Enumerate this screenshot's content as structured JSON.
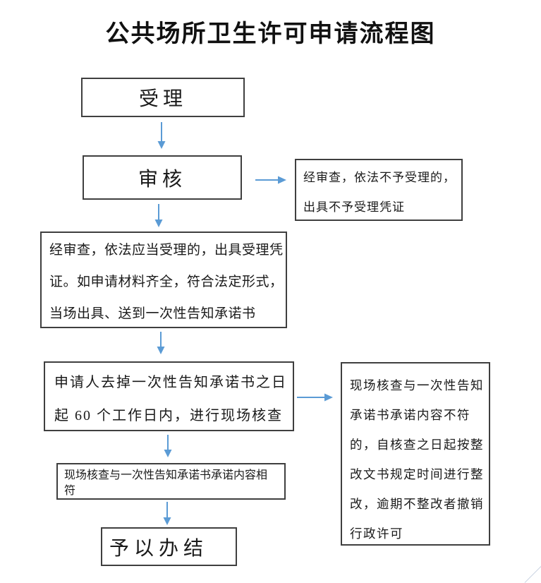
{
  "title": "公共场所卫生许可申请流程图",
  "colors": {
    "accent": "#5B9BD5",
    "border": "#3f3f3f",
    "text": "#1a1a1a"
  },
  "nodes": {
    "accept": {
      "label": "受理"
    },
    "review": {
      "label": "审核"
    },
    "not_accepted": {
      "lines": [
        "经审查，依法不予受理的，",
        "出具不予受理凭证"
      ]
    },
    "accepted": {
      "lines": [
        "经审查，依法应当受理的，出具受理凭",
        "证。如申请材料齐全，符合法定形式，",
        "当场出具、送到一次性告知承诺书"
      ]
    },
    "site_check": {
      "lines": [
        "申请人去掉一次性告知承诺书之日",
        "起 60 个工作日内，进行现场核查"
      ]
    },
    "mismatch": {
      "lines": [
        "现场核查与一次性告知",
        "承诺书承诺内容不符",
        "的，自核查之日起按整",
        "改文书规定时间进行整",
        "改，逾期不整改者撤销",
        "行政许可"
      ]
    },
    "match": {
      "lines": [
        "现场核查与一次性告知承诺书承诺内容相",
        "符"
      ]
    },
    "complete": {
      "label": "予以办结"
    }
  }
}
